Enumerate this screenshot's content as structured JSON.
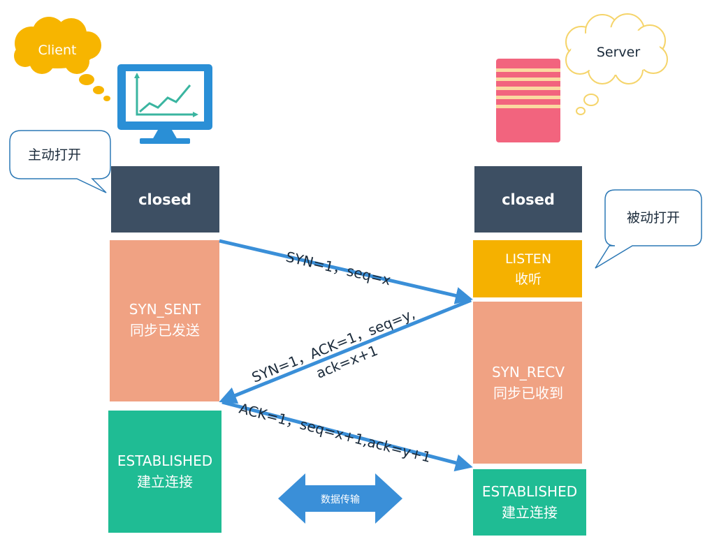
{
  "client": {
    "bubble_label": "Client",
    "callout_label": "主动打开"
  },
  "server": {
    "bubble_label": "Server",
    "callout_label": "被动打开"
  },
  "client_states": {
    "closed": "closed",
    "syn_sent": {
      "line1": "SYN_SENT",
      "line2": "同步已发送"
    },
    "established": {
      "line1": "ESTABLISHED",
      "line2": "建立连接"
    }
  },
  "server_states": {
    "closed": "closed",
    "listen": {
      "line1": "LISTEN",
      "line2": "收听"
    },
    "syn_recv": {
      "line1": "SYN_RECV",
      "line2": "同步已收到"
    },
    "established": {
      "line1": "ESTABLISHED",
      "line2": "建立连接"
    }
  },
  "messages": {
    "m1": "SYN=1，seq=x",
    "m2_line1": "SYN=1，ACK=1，seq=y,",
    "m2_line2": "ack=x+1",
    "m3": "ACK=1，seq=x+1,ack=y+1"
  },
  "data_transfer_label": "数据传输",
  "colors": {
    "closed": "#3d4f63",
    "syn_state": "#f0a283",
    "listen": "#f5b100",
    "established": "#1fbc94",
    "arrow": "#3a8fd8",
    "client_cloud": "#f7b500",
    "server_cloud_outline": "#f5d46a",
    "monitor": "#2a8fd6",
    "server_icon": "#f2647e",
    "server_icon_stripe": "#fbd9a0",
    "callout_border": "#2c78b5"
  }
}
